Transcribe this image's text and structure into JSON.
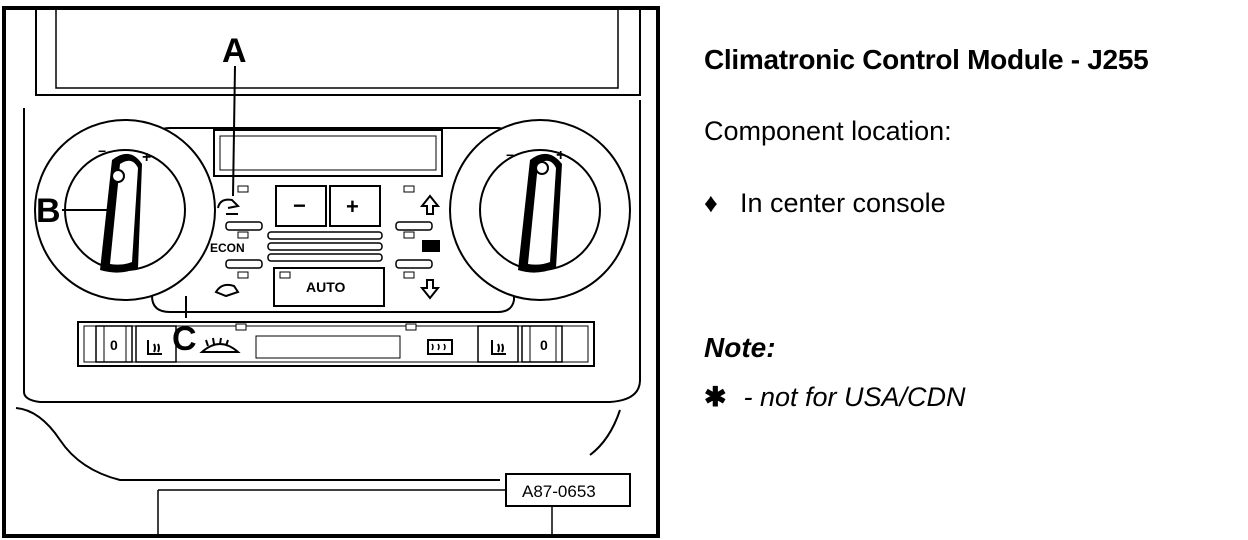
{
  "figure": {
    "callouts": {
      "a": "A",
      "b": "B",
      "c": "C"
    },
    "buttons": {
      "minus": "−",
      "plus": "+",
      "econ": "ECON",
      "auto": "AUTO"
    },
    "seat_heat_left_value": "0",
    "seat_heat_right_value": "0",
    "knob_marks": {
      "minus": "−",
      "plus": "+"
    },
    "figure_id": "A87-0653",
    "icons": [
      "recirculation-icon",
      "fresh-air-icon",
      "defrost-windshield-icon",
      "rear-defrost-icon",
      "seat-heater-icon",
      "airflow-up-icon",
      "airflow-middle-icon",
      "airflow-down-icon"
    ]
  },
  "panel": {
    "title": "Climatronic Control Module - J255",
    "location_label": "Component location:",
    "bullet_symbol": "♦",
    "bullet_text": "In center console",
    "note_heading": "Note:",
    "footnote_symbol": "✱",
    "footnote_text": " - not for USA/CDN"
  }
}
